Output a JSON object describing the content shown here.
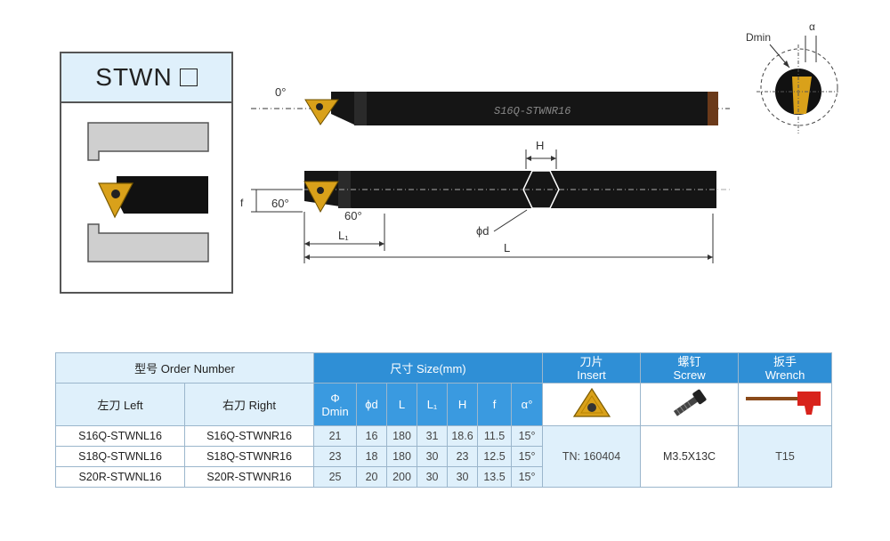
{
  "drawing": {
    "model_label": "STWN",
    "angle_top": "0°",
    "bar_text": "S16Q-STWNR16",
    "label_H": "H",
    "label_f": "f",
    "angle_left": "60°",
    "angle_right": "60°",
    "label_L1": "L₁",
    "label_phid": "ϕd",
    "label_L": "L",
    "label_Dmin": "Dmin",
    "label_alpha": "α"
  },
  "table": {
    "order_number": "型号 Order Number",
    "size_header": "尺寸 Size(mm)",
    "insert_header_cn": "刀片",
    "insert_header_en": "Insert",
    "screw_header_cn": "螺钉",
    "screw_header_en": "Screw",
    "wrench_header_cn": "扳手",
    "wrench_header_en": "Wrench",
    "left_label": "左刀 Left",
    "right_label": "右刀 Right",
    "dmin_top": "Φ",
    "dmin_bottom": "Dmin",
    "col_phid": "ϕd",
    "col_L": "L",
    "col_L1": "L₁",
    "col_H": "H",
    "col_f": "f",
    "col_alpha": "α°",
    "rows": [
      {
        "left": "S16Q-STWNL16",
        "right": "S16Q-STWNR16",
        "dmin": "21",
        "d": "16",
        "L": "180",
        "L1": "31",
        "H": "18.6",
        "f": "11.5",
        "a": "15°"
      },
      {
        "left": "S18Q-STWNL16",
        "right": "S18Q-STWNR16",
        "dmin": "23",
        "d": "18",
        "L": "180",
        "L1": "30",
        "H": "23",
        "f": "12.5",
        "a": "15°"
      },
      {
        "left": "S20R-STWNL16",
        "right": "S20R-STWNR16",
        "dmin": "25",
        "d": "20",
        "L": "200",
        "L1": "30",
        "H": "30",
        "f": "13.5",
        "a": "15°"
      }
    ],
    "insert_value": "TN: 160404",
    "screw_value": "M3.5X13C",
    "wrench_value": "T15"
  },
  "colors": {
    "header_blue": "#2f8fd6",
    "header_light": "#dff0fb",
    "insert_gold": "#d9a11a",
    "wrench_red": "#d8231c"
  }
}
